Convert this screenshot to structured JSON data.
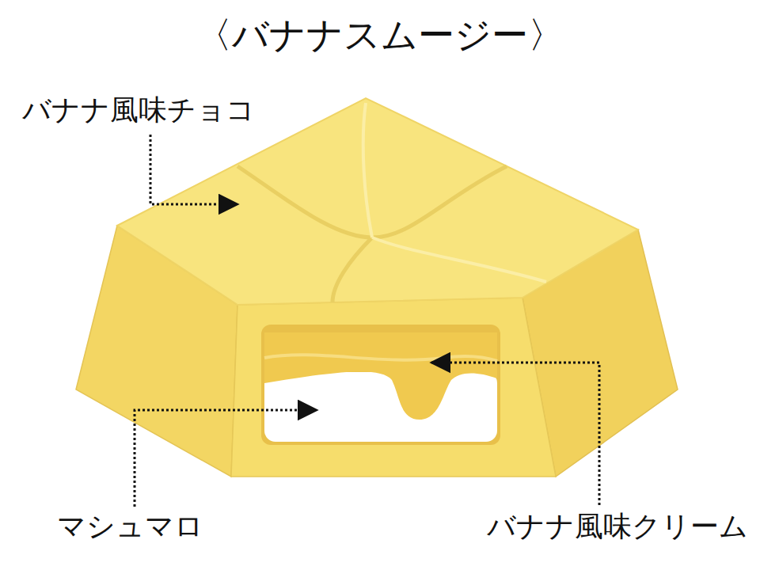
{
  "diagram": {
    "title": "〈バナナスムージー〉",
    "labels": [
      "バナナ風味チョコ",
      "マシュマロ",
      "バナナ風味クリーム"
    ]
  }
}
